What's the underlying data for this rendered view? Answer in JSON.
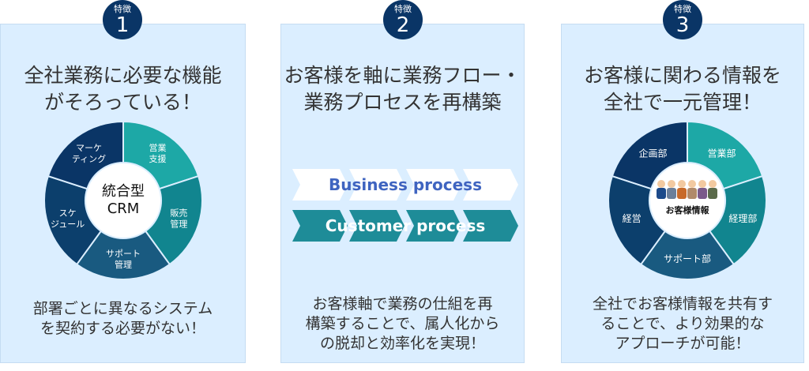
{
  "colors": {
    "dark_navy": "#0a3566",
    "card_bg": "#dbeeff",
    "teal": "#1da8a6",
    "teal_mid": "#11858f",
    "navy": "#0c3f6c",
    "navy_mid": "#195a80"
  },
  "features": [
    {
      "badge_label": "特徴",
      "number": "1",
      "heading": [
        "全社業務に必要な機能",
        "がそろっている！"
      ],
      "center": [
        "統合型",
        "CRM"
      ],
      "segments": [
        "営業\n支援",
        "販売\n管理",
        "サポート\n管理",
        "スケ\nジュール",
        "マーケ\nティング"
      ],
      "footer": [
        "部署ごとに異なるシステム",
        "を契約する必要がない！"
      ]
    },
    {
      "badge_label": "特徴",
      "number": "2",
      "heading": [
        "お客様を軸に業務フロー・",
        "業務プロセスを再構築"
      ],
      "arrows": [
        "Business process",
        "Customer process"
      ],
      "footer": [
        "お客様軸で業務の仕組を再",
        "構築することで、属人化から",
        "の脱却と効率化を実現！"
      ]
    },
    {
      "badge_label": "特徴",
      "number": "3",
      "heading": [
        "お客様に関わる情報を",
        "全社で一元管理！"
      ],
      "center": "お客様情報",
      "segments": [
        "営業部",
        "経理部",
        "サポート部",
        "経営",
        "企画部"
      ],
      "footer": [
        "全社でお客様情報を共有す",
        "ることで、より効果的な",
        "アプローチが可能！"
      ]
    }
  ]
}
